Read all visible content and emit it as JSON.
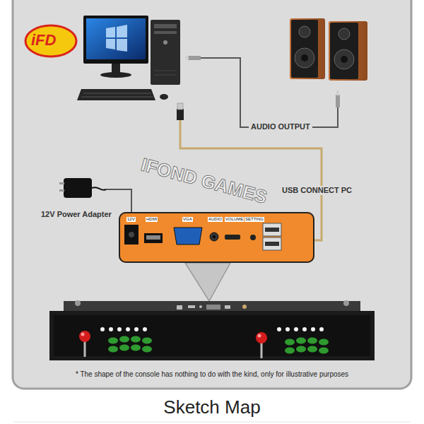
{
  "diagram": {
    "caption": "Sketch Map",
    "nodes": [
      {
        "text": [
          "12V",
          "HDMI",
          "VGA",
          "AUDIO",
          "VOLUME",
          "SETTING"
        ]
      }
    ],
    "labels": [
      "iFD",
      "AUDIO OUTPUT",
      "IFOND GAMES",
      "USB CONNECT PC",
      "12V Power Adapter",
      "* The shape of the console has nothing to do with the kind, only for illustrative purposes"
    ]
  }
}
